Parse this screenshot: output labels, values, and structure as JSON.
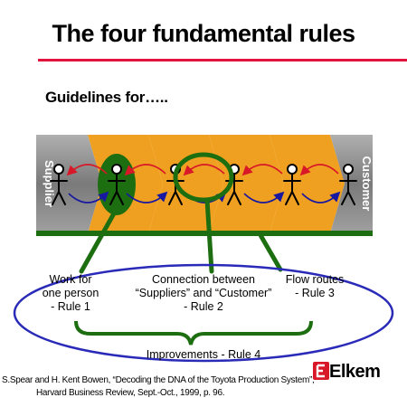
{
  "slide": {
    "title": "The four fundamental rules",
    "subtitle": "Guidelines for….."
  },
  "diagram": {
    "supplier_label": "Supplier",
    "customer_label": "Customer",
    "labels": {
      "rule1": [
        "Work for",
        "one person",
        "- Rule 1"
      ],
      "rule2": [
        "Connection between",
        "“Suppliers” and “Customer”",
        "- Rule 2"
      ],
      "rule3": [
        "Flow routes",
        "- Rule 3"
      ],
      "rule4": "Improvements - Rule 4"
    },
    "colors": {
      "chevron": "#f0a020",
      "end_block": "#8c8c8c",
      "highlight_green": "#1c6e10",
      "ellipse_blue": "#2a2ab8",
      "arrow_red": "#d81828",
      "arrow_blue": "#1818a0",
      "title_rule": "#e0143c"
    }
  },
  "citation": {
    "line1": "S.Spear and H. Kent Bowen, “Decoding the DNA of the Toyota Production System”,",
    "line2": "Harvard Business Review, Sept.-Oct., 1999, p. 96."
  },
  "brand": {
    "name": "Elkem",
    "logo_icon": "elkem-logo-icon"
  }
}
